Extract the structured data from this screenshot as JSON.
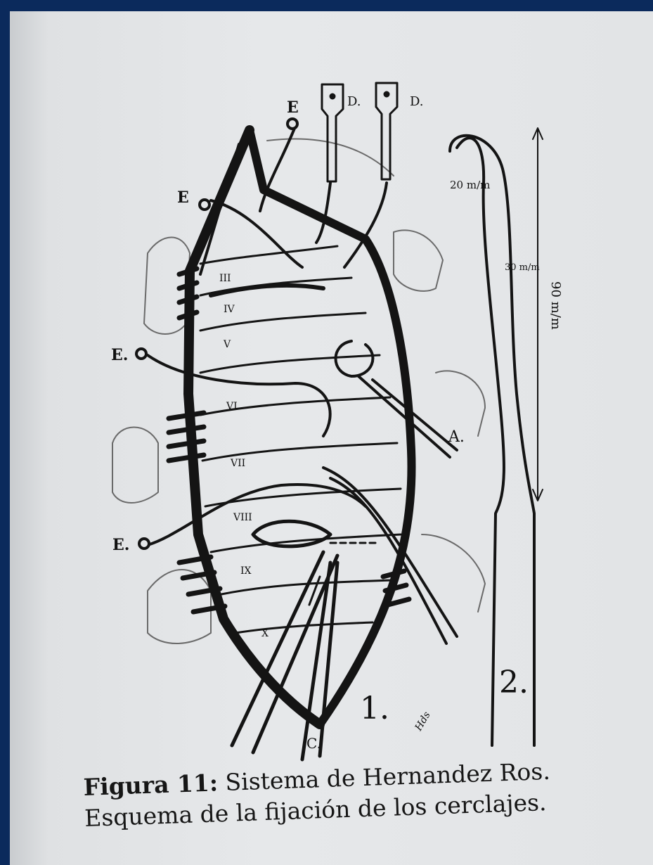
{
  "figure": {
    "labels": {
      "E": "E",
      "E_dot": "E.",
      "D": "D.",
      "A": "A.",
      "C": "C.",
      "one": "1.",
      "two": "2.",
      "r_iii": "III",
      "r_iv": "IV",
      "r_v": "V",
      "r_vi": "VI",
      "r_vii": "VII",
      "r_viii": "VIII",
      "r_ix": "IX",
      "r_x": "X",
      "dim_20": "20 m/m",
      "dim_30": "30 m/m",
      "dim_90": "90 m/m",
      "signature": "Hds"
    }
  },
  "caption": {
    "bold": "Figura 11:",
    "line1_rest": " Sistema de Hernandez Ros.",
    "line2": "Esquema de la fijación de los cerclajes."
  }
}
